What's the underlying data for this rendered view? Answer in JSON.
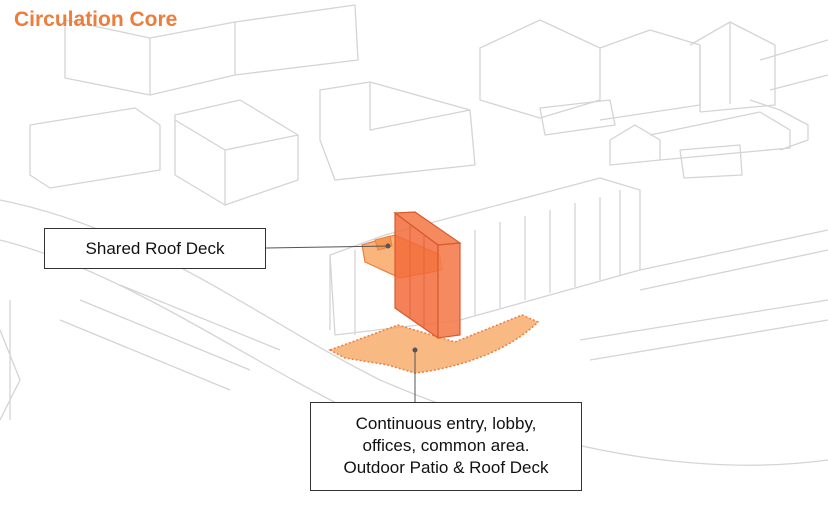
{
  "title": "Circulation Core",
  "callouts": {
    "roof_deck": "Shared Roof Deck",
    "ground": {
      "line1": "Continuous entry, lobby,",
      "line2": "offices, common area.",
      "line3": "Outdoor Patio & Roof Deck"
    }
  },
  "colors": {
    "title": "#ee7d3c",
    "core_fill": "#f26b3a",
    "patio_fill": "#f7a25a",
    "sketch_line": "#cfcfcf",
    "leader_line": "#555555"
  }
}
